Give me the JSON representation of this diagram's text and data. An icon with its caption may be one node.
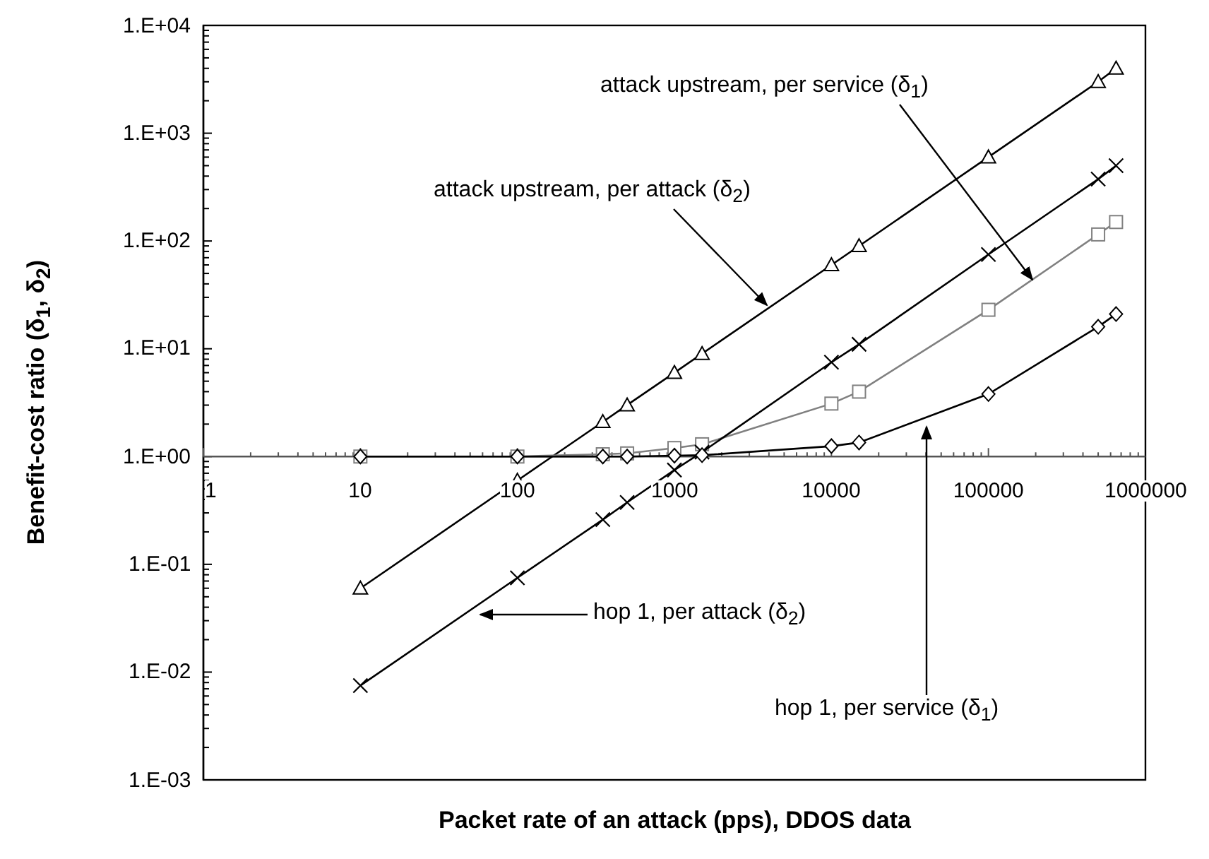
{
  "diagram": {
    "nodes": [
      {
        "text": [
          "attack upstream, per service (δ$_{1}$)"
        ]
      },
      {
        "text": [
          "attack upstream, per attack (δ$_{2}$)"
        ]
      },
      {
        "text": [
          "hop 1, per attack (δ$_{2}$)"
        ]
      },
      {
        "text": [
          "hop 1, per service (δ$_{1}$)"
        ]
      }
    ],
    "edges": [
      {
        "from": 0,
        "to": null,
        "arrow": "to"
      },
      {
        "from": 1,
        "to": null,
        "arrow": "to"
      },
      {
        "from": 2,
        "to": null,
        "arrow": "to"
      },
      {
        "from": 3,
        "to": null,
        "arrow": "to"
      }
    ],
    "labels": [
      "1.E+04",
      "1.E+03",
      "1.E+02",
      "1.E+01",
      "1.E+00",
      "1.E-01",
      "1.E-02",
      "1.E-03",
      "1",
      "10",
      "100",
      "1000",
      "10000",
      "100000",
      "1000000",
      "Benefit-cost ratio (δ$_{1}$, δ$_{2}$)",
      "Packet rate of an attack (pps), DDOS data"
    ]
  }
}
